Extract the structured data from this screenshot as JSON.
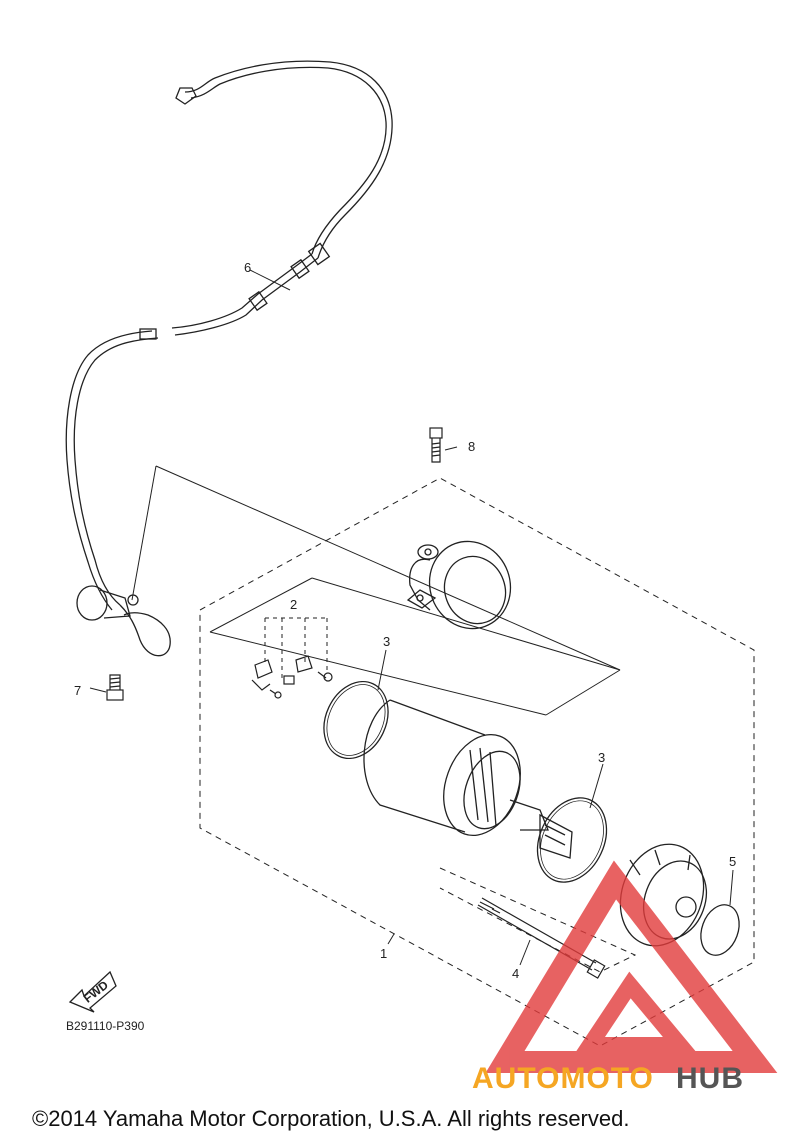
{
  "callouts": [
    "1",
    "2",
    "3",
    "3",
    "4",
    "5",
    "6",
    "7",
    "8"
  ],
  "fwd_label": "FWD",
  "diagram_code": "B291110-P390",
  "copyright": "©2014 Yamaha Motor Corporation, U.S.A. All rights reserved.",
  "watermark": {
    "part1": "AUTOMOTO",
    "part2": "HUB",
    "color1": "#f5a623",
    "color2": "#555555",
    "logo_color": "#e23b3b"
  }
}
